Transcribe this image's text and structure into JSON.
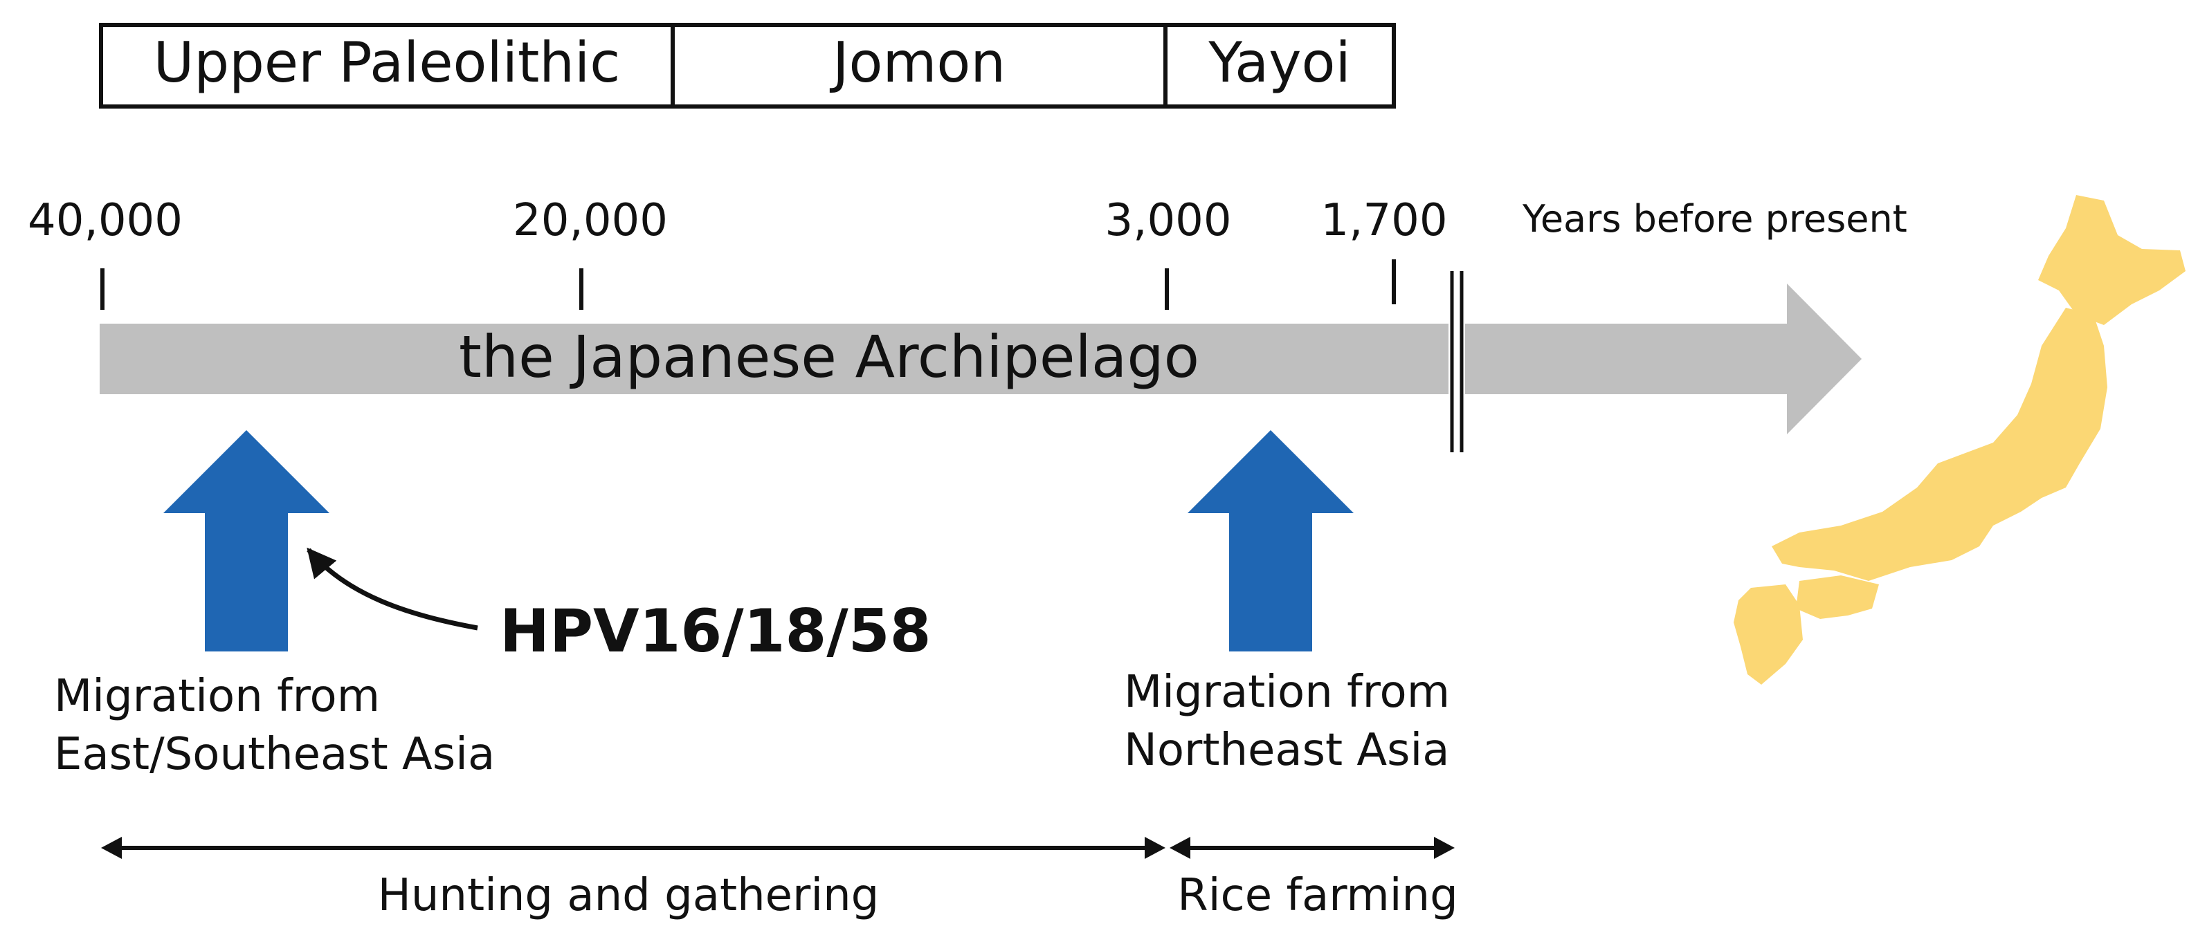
{
  "periods": [
    {
      "label": "Upper Paleolithic"
    },
    {
      "label": "Jomon"
    },
    {
      "label": "Yayoi"
    }
  ],
  "timeline": {
    "unit_label": "Years before present",
    "ticks": [
      "40,000",
      "20,000",
      "3,000",
      "1,700"
    ],
    "arrow_label": "the Japanese Archipelago"
  },
  "migrations": [
    {
      "label_line1": "Migration from",
      "label_line2": "East/Southeast Asia"
    },
    {
      "label_line1": "Migration from",
      "label_line2": "Northeast Asia"
    }
  ],
  "virus_label": "HPV16/18/58",
  "lifestyles": [
    {
      "label": "Hunting and gathering"
    },
    {
      "label": "Rice farming"
    }
  ],
  "colors": {
    "migration_arrow": "#1f66b3",
    "timeline_arrow": "#bfbfbf",
    "map_fill": "#fbd774",
    "line": "#111111"
  }
}
